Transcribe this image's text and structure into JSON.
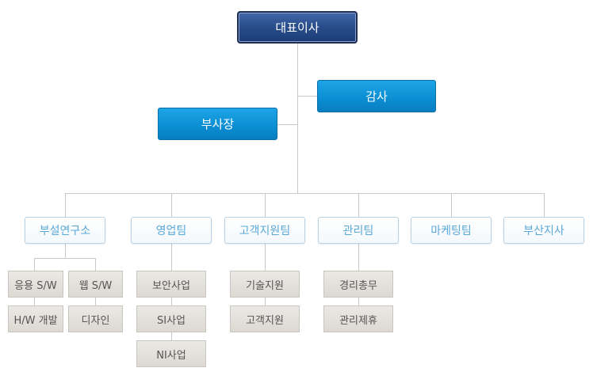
{
  "ceo": "대표이사",
  "auditor": "감사",
  "vice_president": "부사장",
  "departments": [
    {
      "name": "부설연구소",
      "subs": [
        "응용 S/W",
        "웹 S/W",
        "H/W 개발",
        "디자인"
      ]
    },
    {
      "name": "영업팀",
      "subs": [
        "보안사업",
        "SI사업",
        "NI사업"
      ]
    },
    {
      "name": "고객지원팀",
      "subs": [
        "기술지원",
        "고객지원"
      ]
    },
    {
      "name": "관리팀",
      "subs": [
        "경리총무",
        "관리제휴"
      ]
    },
    {
      "name": "마케팅팀",
      "subs": []
    },
    {
      "name": "부산지사",
      "subs": []
    }
  ]
}
